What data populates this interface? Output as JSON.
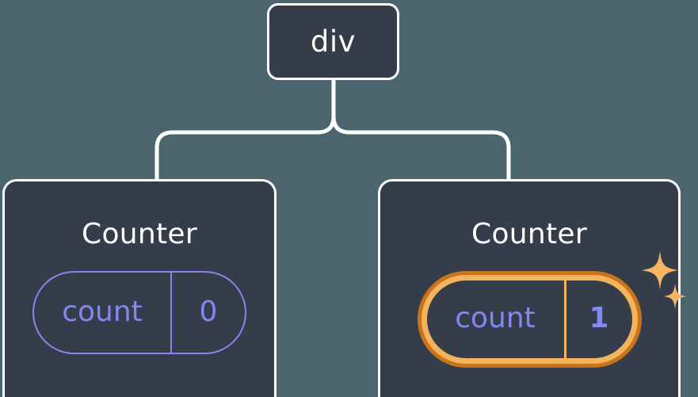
{
  "diagram": {
    "type": "component-tree",
    "background_color": "#4b656e",
    "node_fill_color": "#353c4a",
    "node_border_color": "#ffffff",
    "state_color": "#8287f4",
    "highlight_outer_color": "#c9731a",
    "highlight_inner_color": "#f4b45e",
    "root": {
      "label": "div"
    },
    "children": [
      {
        "label": "Counter",
        "state": {
          "name": "count",
          "value": "0"
        },
        "highlighted": false
      },
      {
        "label": "Counter",
        "state": {
          "name": "count",
          "value": "1"
        },
        "highlighted": true,
        "sparkle_icons": [
          "sparkle-large",
          "sparkle-small"
        ]
      }
    ]
  }
}
